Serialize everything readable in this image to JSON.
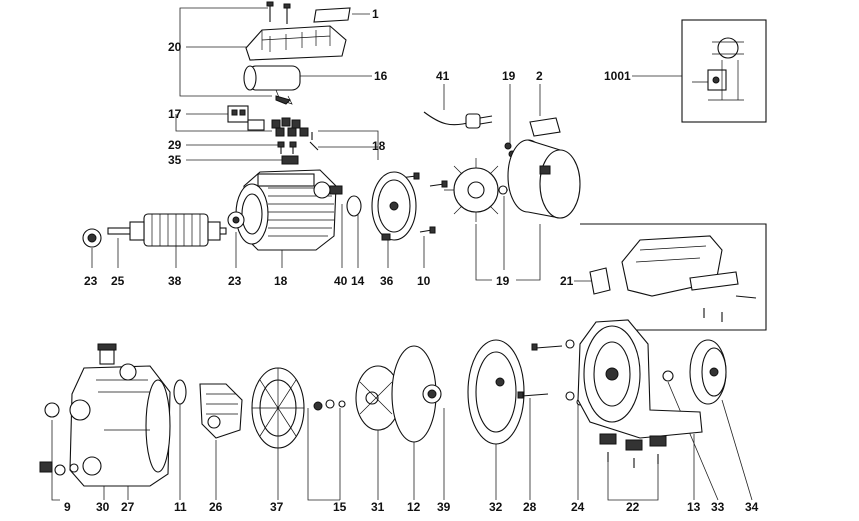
{
  "labels": {
    "p1": "1",
    "p2": "2",
    "p9": "9",
    "p10": "10",
    "p11": "11",
    "p12": "12",
    "p13": "13",
    "p14": "14",
    "p15": "15",
    "p16": "16",
    "p17": "17",
    "p18a": "18",
    "p18b": "18",
    "p19a": "19",
    "p19b": "19",
    "p20": "20",
    "p21": "21",
    "p22": "22",
    "p23a": "23",
    "p23b": "23",
    "p24": "24",
    "p25": "25",
    "p26": "26",
    "p27": "27",
    "p28": "28",
    "p29": "29",
    "p30": "30",
    "p31": "31",
    "p32": "32",
    "p33": "33",
    "p34": "34",
    "p35": "35",
    "p36": "36",
    "p37": "37",
    "p38": "38",
    "p39": "39",
    "p40": "40",
    "p41": "41",
    "p1001": "1001"
  }
}
